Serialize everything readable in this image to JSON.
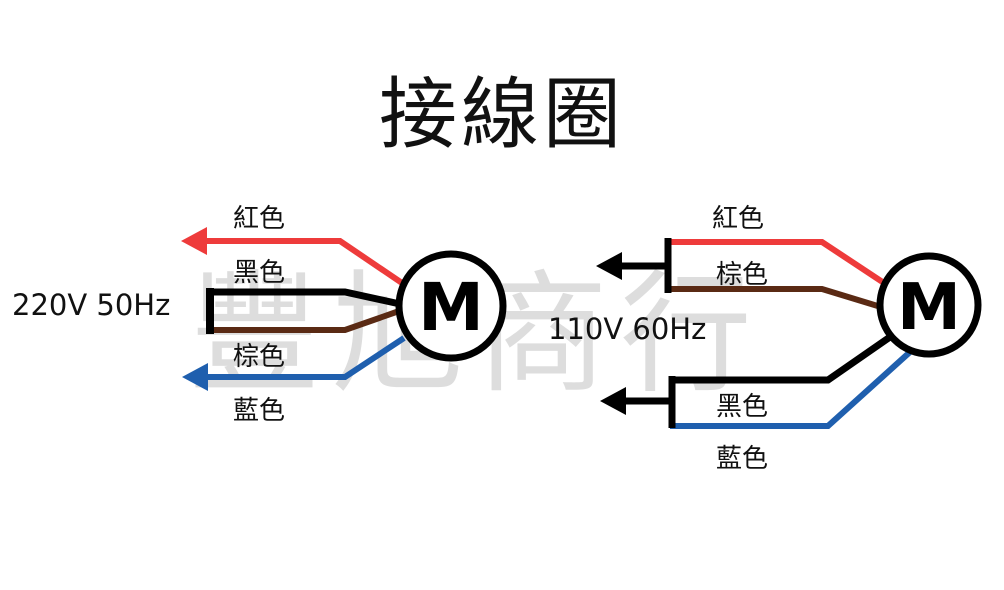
{
  "title": "接線圈",
  "watermark_text": "豐旭商行",
  "colors": {
    "red": "#ee3b3b",
    "black": "#000000",
    "brown": "#5a2a14",
    "blue": "#1f5fae"
  },
  "left_diagram": {
    "voltage": "220V 50Hz",
    "motor_label": "M",
    "wires": {
      "red": "紅色",
      "black": "黑色",
      "brown": "棕色",
      "blue": "藍色"
    }
  },
  "right_diagram": {
    "voltage": "110V 60Hz",
    "motor_label": "M",
    "wires": {
      "red": "紅色",
      "brown": "棕色",
      "black": "黑色",
      "blue": "藍色"
    }
  }
}
